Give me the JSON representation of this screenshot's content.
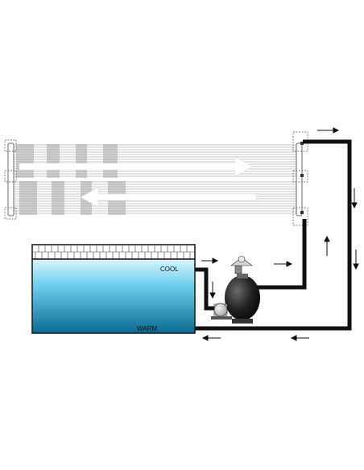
{
  "diagram": {
    "labels": {
      "cool": "COOL",
      "warm": "WARM"
    },
    "colors": {
      "pipe": "#111111",
      "panel_tubes": "#c8c8c8",
      "panel_bands": "#9a9a9a",
      "flow_arrow_fill": "#ffffff",
      "water_top": "#d6f4fc",
      "water_bottom": "#0a6a92",
      "pool_outline": "#222222",
      "arrow": "#111111"
    },
    "icons": [
      "solar-panel",
      "pool",
      "sand-filter",
      "pump",
      "flow-arrow"
    ]
  }
}
